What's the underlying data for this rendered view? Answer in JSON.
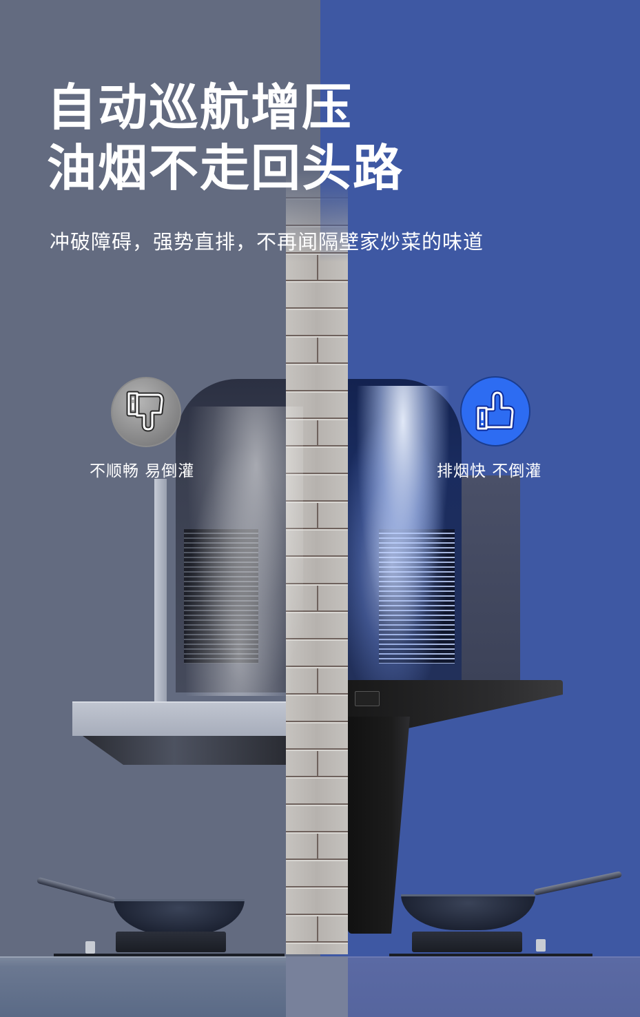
{
  "headline": {
    "line1": "自动巡航增压",
    "line2": "油烟不走回头路"
  },
  "subtitle": "冲破障碍，强势直排，不再闻隔壁家炒菜的味道",
  "comparison": {
    "left": {
      "icon": "thumbs-down-icon",
      "label": "不顺畅 易倒灌",
      "badge_color": "#8e8e8f"
    },
    "right": {
      "icon": "thumbs-up-icon",
      "label": "排烟快 不倒灌",
      "badge_color": "#2d6cf2"
    }
  },
  "colors": {
    "left_background": "#636b80",
    "right_background": "#3e58a3",
    "text": "#ffffff"
  }
}
